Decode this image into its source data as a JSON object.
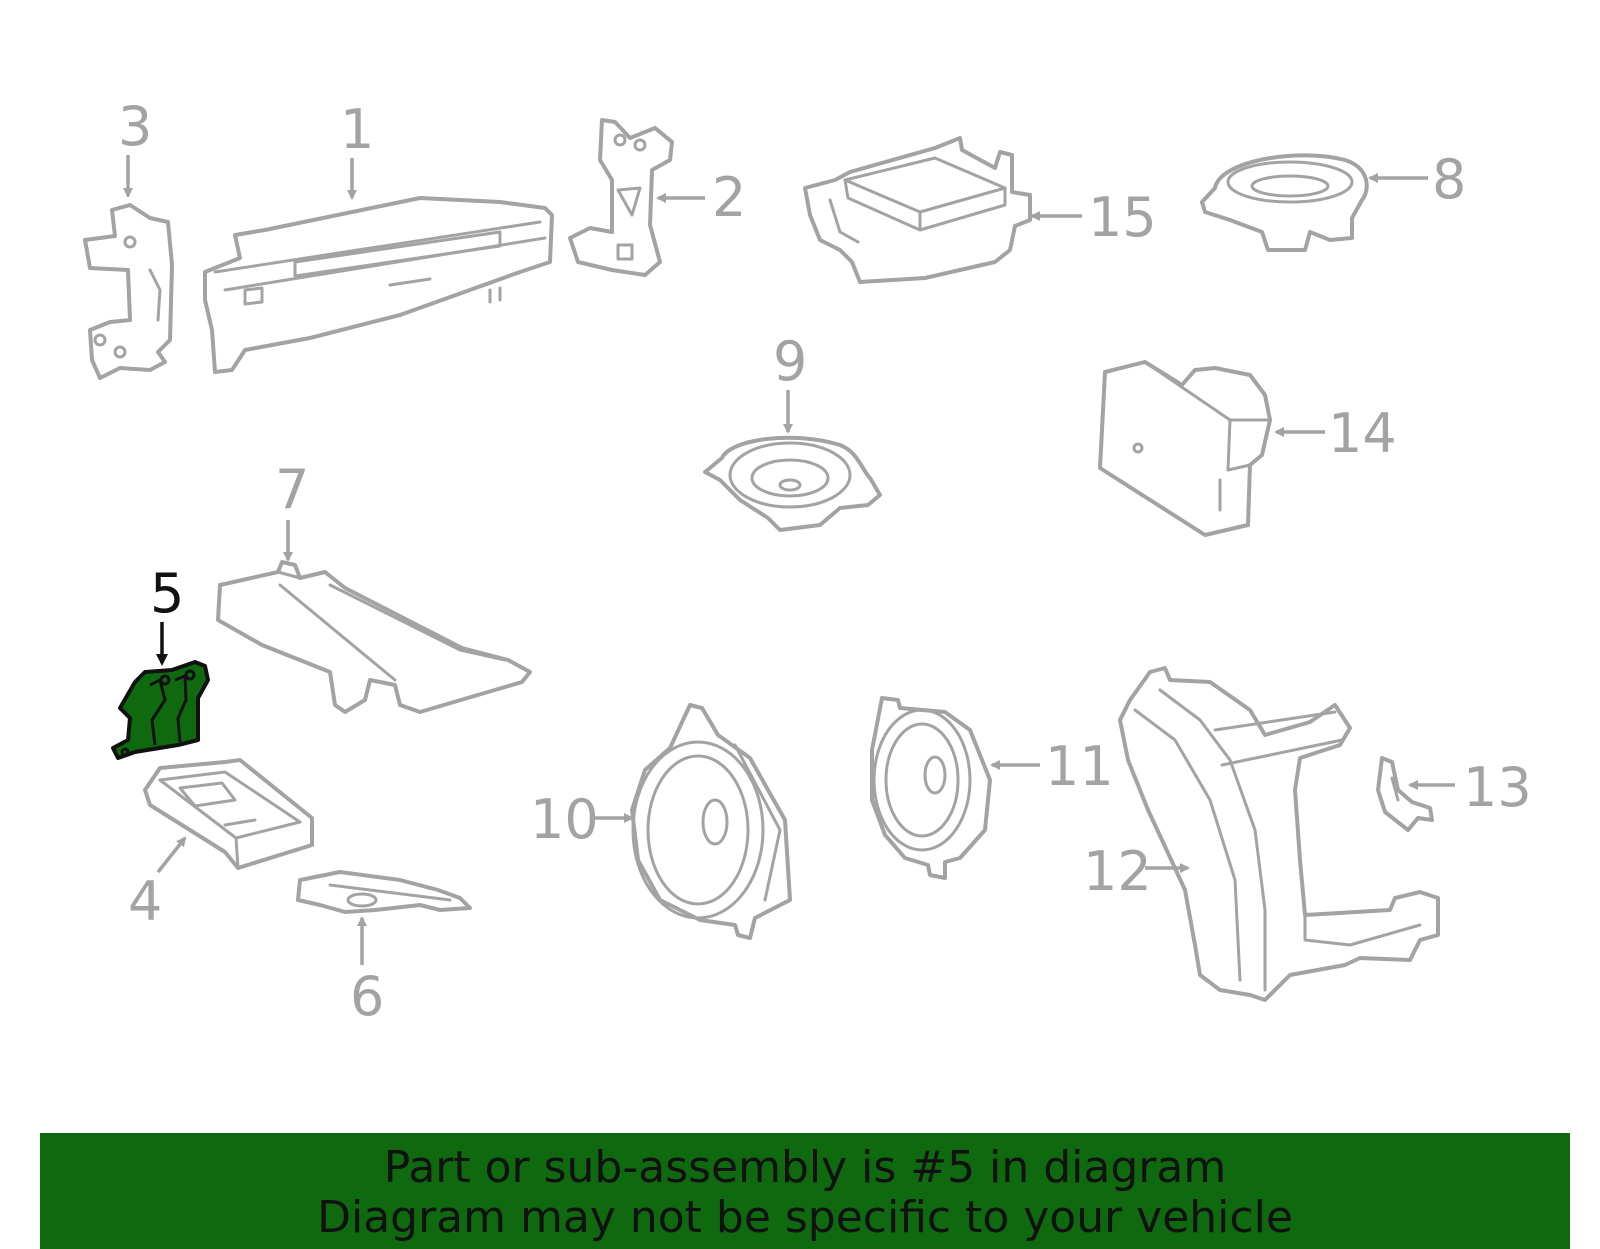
{
  "diagram": {
    "highlight_color": "#0f6a0f",
    "selected_part": "5",
    "callouts": {
      "p1": "1",
      "p2": "2",
      "p3": "3",
      "p4": "4",
      "p5": "5",
      "p6": "6",
      "p7": "7",
      "p8": "8",
      "p9": "9",
      "p10": "10",
      "p11": "11",
      "p12": "12",
      "p13": "13",
      "p14": "14",
      "p15": "15"
    }
  },
  "banner": {
    "line1": "Part or sub-assembly is #5 in diagram",
    "line2": "Diagram may not be specific to your vehicle"
  }
}
